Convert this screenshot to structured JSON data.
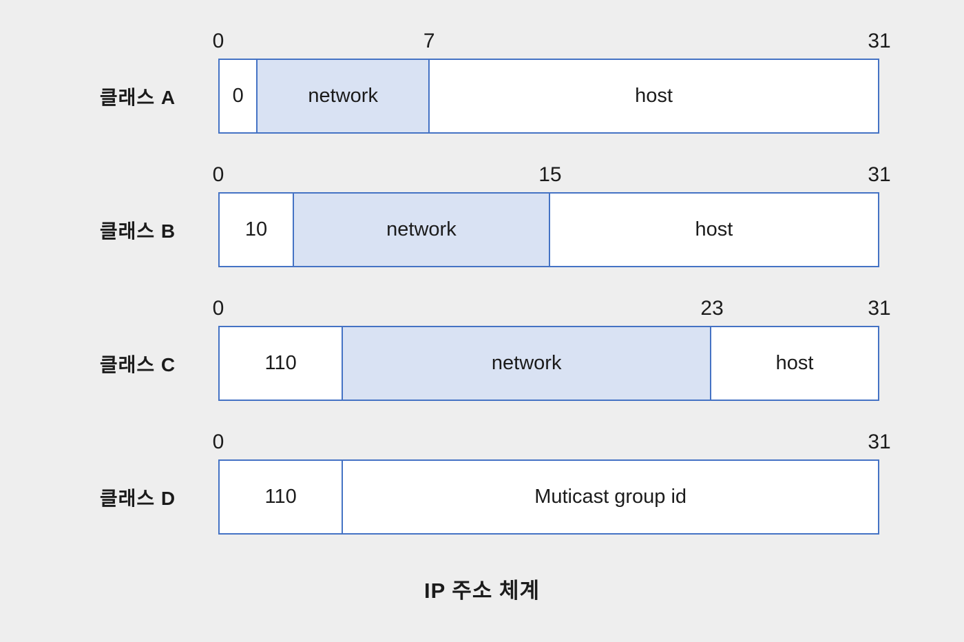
{
  "diagram": {
    "title": "IP 주소 체계",
    "colors": {
      "background": "#eeeeee",
      "box_border": "#4472c4",
      "network_fill": "#d9e2f3",
      "field_fill": "#ffffff",
      "text": "#1b1b1b"
    },
    "rows": [
      {
        "label": "클래스 A",
        "markers": [
          {
            "text": "0",
            "pos": 0
          },
          {
            "text": "7",
            "pos": 31.9
          },
          {
            "text": "31",
            "pos": 100
          }
        ],
        "segments": [
          {
            "text": "0",
            "width": 5.8,
            "shaded": false
          },
          {
            "text": "network",
            "width": 26.1,
            "shaded": true
          },
          {
            "text": "host",
            "width": 68.1,
            "shaded": false
          }
        ]
      },
      {
        "label": "클래스 B",
        "markers": [
          {
            "text": "0",
            "pos": 0
          },
          {
            "text": "15",
            "pos": 50.2
          },
          {
            "text": "31",
            "pos": 100
          }
        ],
        "segments": [
          {
            "text": "10",
            "width": 11.3,
            "shaded": false
          },
          {
            "text": "network",
            "width": 38.9,
            "shaded": true
          },
          {
            "text": "host",
            "width": 49.8,
            "shaded": false
          }
        ]
      },
      {
        "label": "클래스 C",
        "markers": [
          {
            "text": "0",
            "pos": 0
          },
          {
            "text": "23",
            "pos": 74.7
          },
          {
            "text": "31",
            "pos": 100
          }
        ],
        "segments": [
          {
            "text": "110",
            "width": 18.75,
            "shaded": false
          },
          {
            "text": "network",
            "width": 55.95,
            "shaded": true
          },
          {
            "text": "host",
            "width": 25.3,
            "shaded": false
          }
        ]
      },
      {
        "label": "클래스 D",
        "markers": [
          {
            "text": "0",
            "pos": 0
          },
          {
            "text": "31",
            "pos": 100
          }
        ],
        "segments": [
          {
            "text": "110",
            "width": 18.75,
            "shaded": false
          },
          {
            "text": "Muticast group id",
            "width": 81.25,
            "shaded": false
          }
        ]
      }
    ]
  }
}
